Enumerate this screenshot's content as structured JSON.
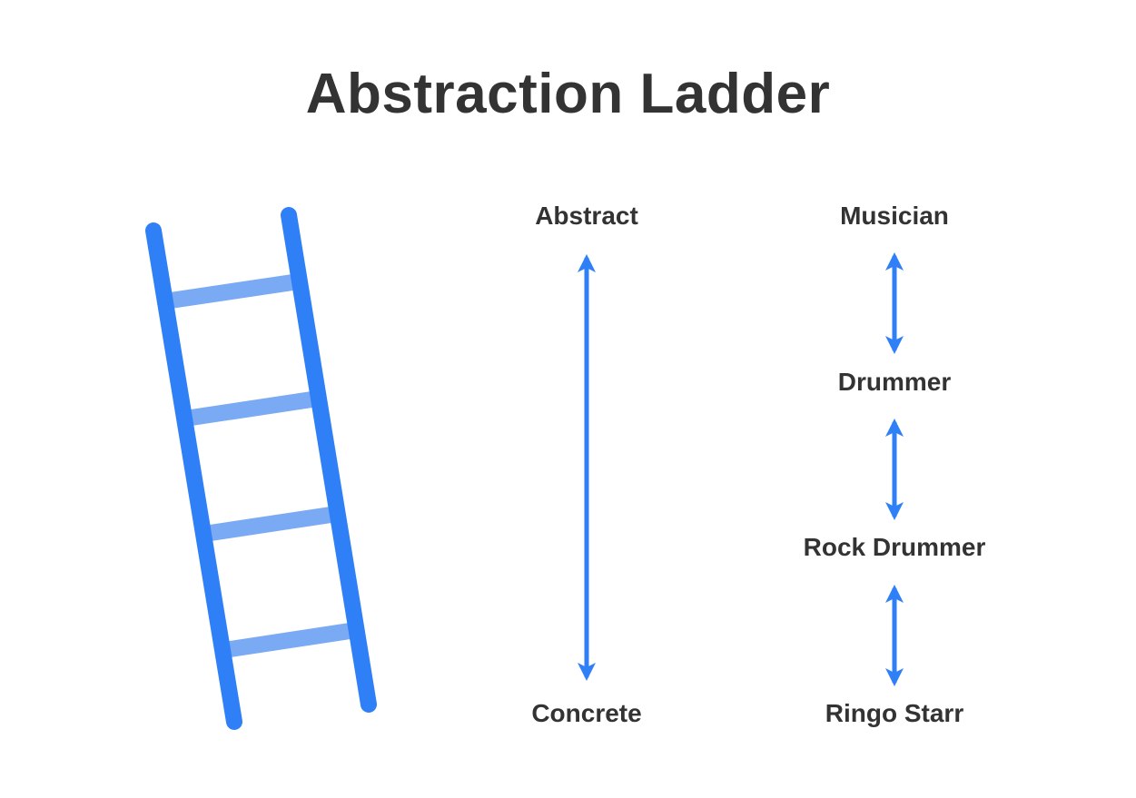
{
  "title": "Abstraction Ladder",
  "scale": {
    "top_label": "Abstract",
    "bottom_label": "Concrete"
  },
  "example": {
    "levels": [
      "Musician",
      "Drummer",
      "Rock Drummer",
      "Ringo Starr"
    ]
  },
  "colors": {
    "ladder_rail": "#2f80f7",
    "ladder_rung": "#7aaaf3",
    "arrow": "#2f80f7",
    "text": "#333333"
  }
}
